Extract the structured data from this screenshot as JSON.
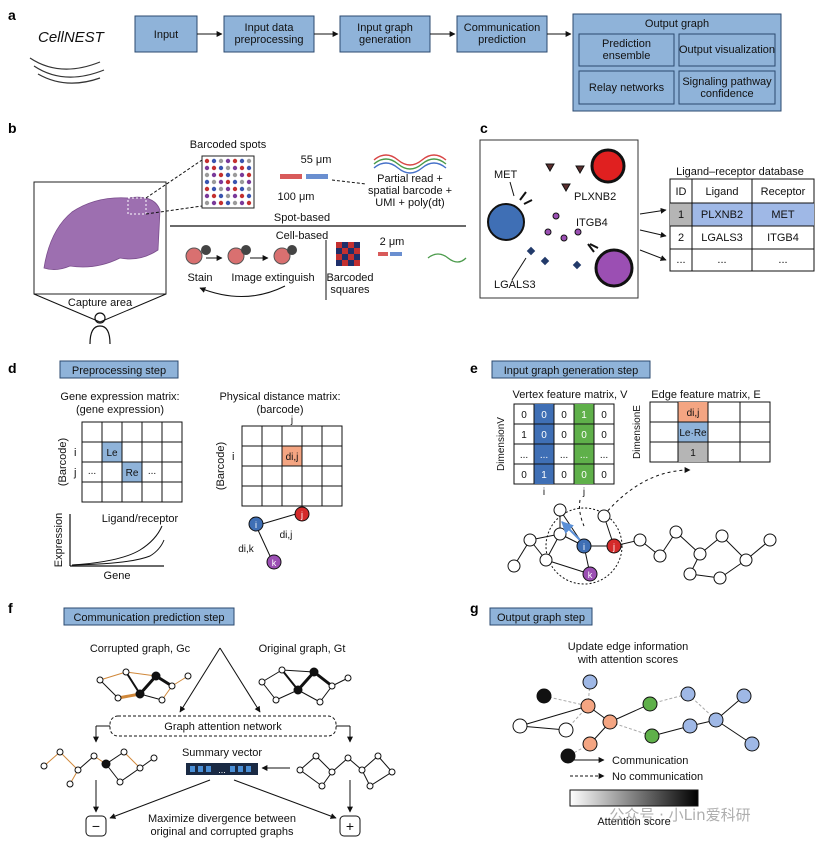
{
  "panels": {
    "a": "a",
    "b": "b",
    "c": "c",
    "d": "d",
    "e": "e",
    "f": "f",
    "g": "g"
  },
  "a": {
    "logo": "CellNEST",
    "steps": [
      "Input",
      "Input data preprocessing",
      "Input graph generation",
      "Communication prediction"
    ],
    "output_title": "Output graph",
    "outputs": [
      "Prediction ensemble",
      "Output visualization",
      "Relay networks",
      "Signaling pathway confidence"
    ]
  },
  "b": {
    "barcoded_spots": "Barcoded spots",
    "size_55": "55 μm",
    "size_100": "100 μm",
    "read_desc_1": "Partial read +",
    "read_desc_2": "spatial barcode +",
    "read_desc_3": "UMI + poly(dt)",
    "spot_based": "Spot-based",
    "cell_based": "Cell-based",
    "stain": "Stain",
    "image_extinguish": "Image extinguish",
    "barcoded_squares_1": "Barcoded",
    "barcoded_squares_2": "squares",
    "size_2": "2 μm",
    "capture_area": "Capture area"
  },
  "c": {
    "met": "MET",
    "plxnb2": "PLXNB2",
    "itgb4": "ITGB4",
    "lgals3": "LGALS3",
    "db_title": "Ligand–receptor database",
    "headers": [
      "ID",
      "Ligand",
      "Receptor"
    ],
    "rows": [
      [
        "1",
        "PLXNB2",
        "MET"
      ],
      [
        "2",
        "LGALS3",
        "ITGB4"
      ],
      [
        "...",
        "...",
        "..."
      ]
    ]
  },
  "d": {
    "title": "Preprocessing step",
    "gene_matrix_1": "Gene expression matrix:",
    "gene_matrix_2": "(gene expression)",
    "dist_matrix_1": "Physical distance matrix:",
    "dist_matrix_2": "(barcode)",
    "barcode": "(Barcode)",
    "row_i": "i",
    "row_j": "j",
    "col_j": "j",
    "cell_le": "Le",
    "cell_re": "Re",
    "cell_dij": "di,j",
    "ligand_receptor": "Ligand/receptor",
    "expression": "Expression",
    "gene": "Gene",
    "node_i": "i",
    "node_j": "j",
    "node_k": "k",
    "edge_dij": "di,j",
    "edge_dik": "di,k",
    "dots": "..."
  },
  "e": {
    "title": "Input graph generation step",
    "vertex_matrix": "Vertex feature matrix, V",
    "edge_matrix": "Edge feature matrix, E",
    "dimension_v": "DimensionV",
    "dimension_e": "DimensionE",
    "vertex_rows": [
      [
        "0",
        "0",
        "0",
        "1",
        "0"
      ],
      [
        "1",
        "0",
        "0",
        "0",
        "0"
      ],
      [
        "...",
        "...",
        "...",
        "...",
        "..."
      ],
      [
        "0",
        "1",
        "0",
        "0",
        "0"
      ]
    ],
    "col_i": "i",
    "col_j": "j",
    "edge_cells": [
      "di,j",
      "Le·Re",
      "1"
    ],
    "node_i": "i",
    "node_j": "j",
    "node_k": "k"
  },
  "f": {
    "title": "Communication prediction step",
    "corrupted": "Corrupted graph, Gc",
    "original": "Original graph, Gt",
    "gat": "Graph attention network",
    "summary": "Summary vector",
    "summary_dots": "...",
    "maximize_1": "Maximize divergence between",
    "maximize_2": "original and corrupted graphs",
    "minus": "−",
    "plus": "+"
  },
  "g": {
    "title": "Output graph step",
    "update_1": "Update edge information",
    "update_2": "with attention scores",
    "communication": "Communication",
    "no_communication": "No communication",
    "attention_score": "Attention score",
    "watermark": "公众号 · 小Lin爱科研"
  },
  "colors": {
    "box_fill": "#8fb3d9",
    "blue_node": "#3f6fb5",
    "red_node": "#d42a2a",
    "purple_node": "#9b4fb3",
    "orange_cell": "#f4a582",
    "green_cell": "#5fb04a",
    "highlight_row": "#9fb8e6"
  }
}
